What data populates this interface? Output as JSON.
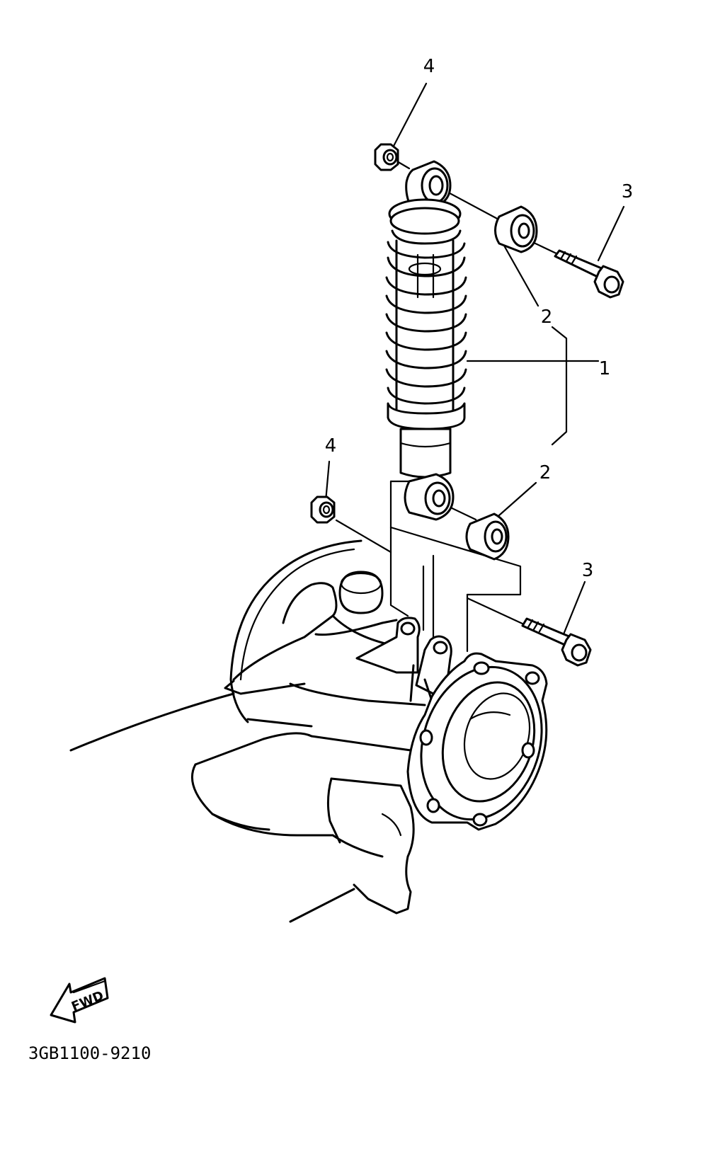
{
  "callouts": {
    "shock_absorber": "1",
    "bushing_upper": "2",
    "bushing_lower": "2",
    "bolt_upper": "3",
    "bolt_lower": "3",
    "nut_upper": "4",
    "nut_lower": "4"
  },
  "direction_label": "FWD",
  "diagram_code": "3GB1100-9210"
}
